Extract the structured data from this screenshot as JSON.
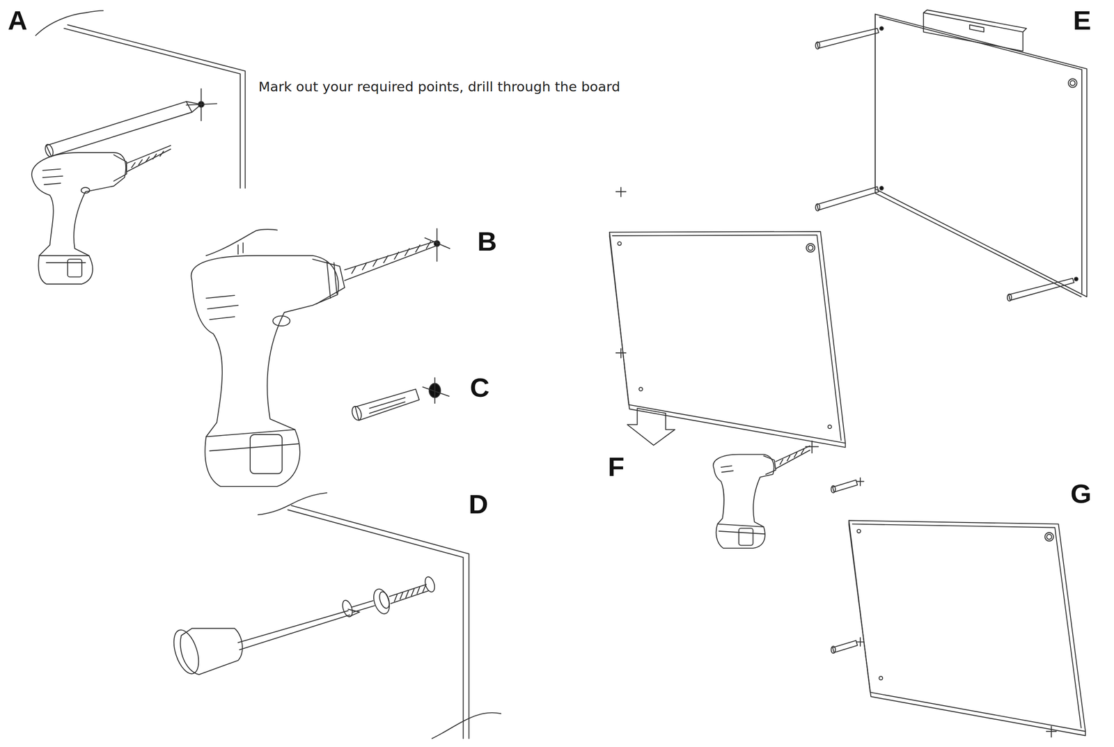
{
  "diagram": {
    "labels": [
      "A",
      "Mark out your required points, drill through the board",
      "B",
      "C",
      "D",
      "E",
      "F",
      "G"
    ]
  }
}
